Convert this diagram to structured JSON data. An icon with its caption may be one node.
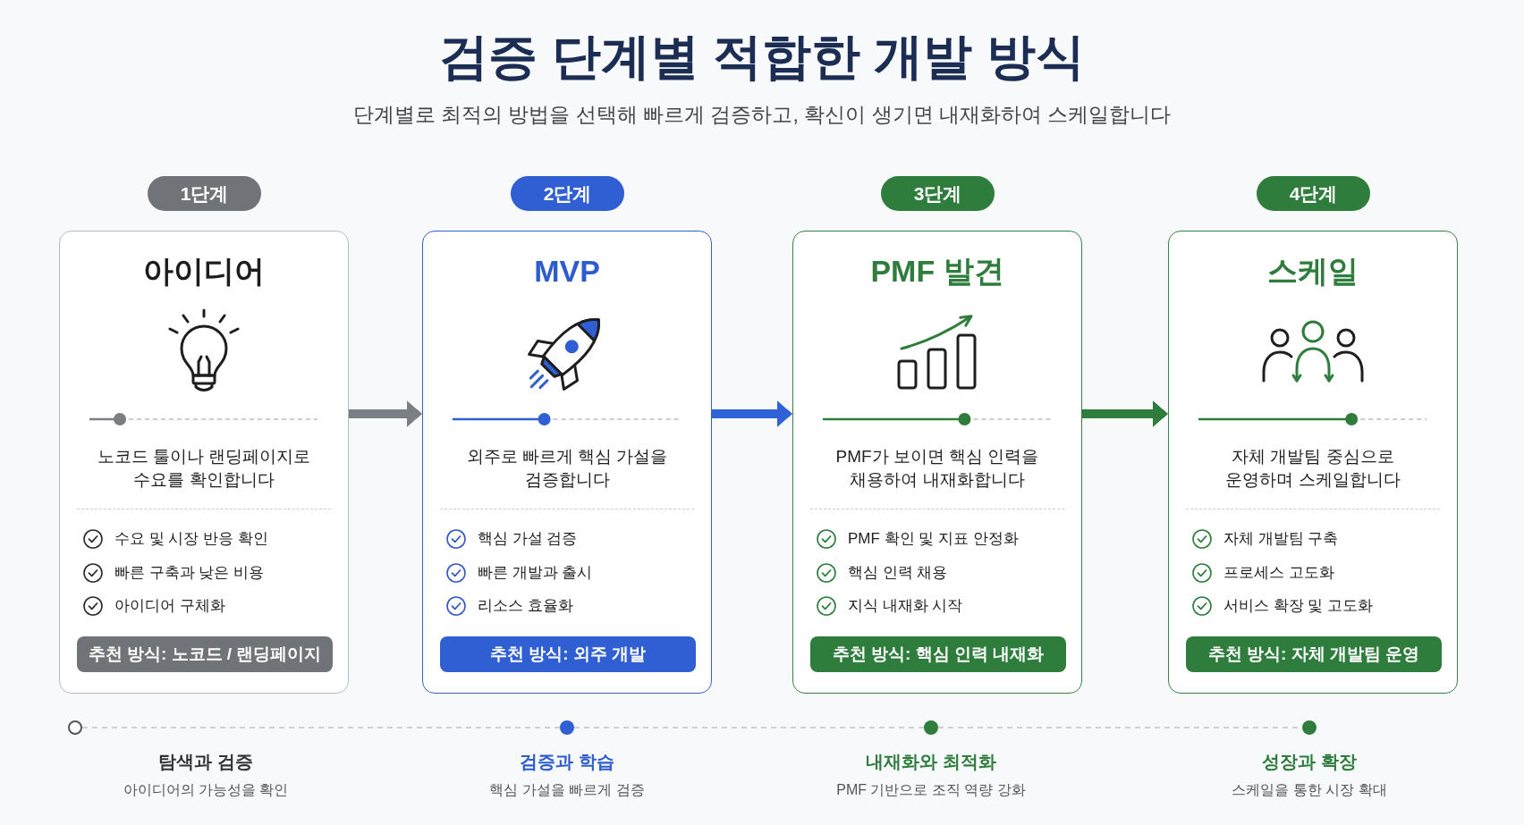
{
  "diagram": {
    "title": "검증 단계별 적합한 개발 방식",
    "nodes": [
      {
        "text": [
          "1단계"
        ]
      },
      {
        "text": [
          "아이디어",
          "노코드 툴이나 랜딩페이지로 수요를 확인합니다",
          "수요 및 시장 반응 확인",
          "빠른 구축과 낮은 비용",
          "아이디어 구체화"
        ]
      },
      {
        "text": [
          "추천 방식: 노코드 / 랜딩페이지"
        ],
        "in": 1
      },
      {
        "text": [
          "2단계"
        ]
      },
      {
        "text": [
          "MVP",
          "외주로 빠르게 핵심 가설을 검증합니다",
          "핵심 가설 검증",
          "빠른 개발과 출시",
          "리소스 효율화"
        ]
      },
      {
        "text": [
          "추천 방식: 외주 개발"
        ],
        "in": 4
      },
      {
        "text": [
          "3단계"
        ]
      },
      {
        "text": [
          "PMF 발견",
          "PMF가 보이면 핵심 인력을 채용하여 내재화합니다",
          "PMF 확인 및 지표 안정화",
          "핵심 인력 채용",
          "지식 내재화 시작"
        ]
      },
      {
        "text": [
          "추천 방식: 핵심 인력 내재화"
        ],
        "in": 7
      },
      {
        "text": [
          "4단계"
        ]
      },
      {
        "text": [
          "스케일",
          "자체 개발팀 중심으로 운영하며 스케일합니다",
          "자체 개발팀 구축",
          "프로세스 고도화",
          "서비스 확장 및 고도화"
        ]
      },
      {
        "text": [
          "추천 방식: 자체 개발팀 운영"
        ],
        "in": 10
      },
      {
        "text": [],
        "shape": "circle",
        "beside": [
          "탐색과 검증",
          "아이디어의 가능성을 확인"
        ]
      },
      {
        "text": [],
        "shape": "circle",
        "beside": [
          "검증과 학습",
          "핵심 가설을 빠르게 검증"
        ]
      },
      {
        "text": [],
        "shape": "circle",
        "beside": [
          "내재화와 최적화",
          "PMF 기반으로 조직 역량 강화"
        ]
      },
      {
        "text": [],
        "shape": "circle",
        "beside": [
          "성장과 확장",
          "스케일을 통한 시장 확대"
        ]
      }
    ],
    "edges": [
      {
        "from": 1,
        "to": 4,
        "arrow": "to",
        "style": "thick",
        "color": "#7b7e83"
      },
      {
        "from": 4,
        "to": 7,
        "arrow": "to",
        "style": "thick",
        "color": "#2f62d6"
      },
      {
        "from": 7,
        "to": 10,
        "arrow": "to",
        "style": "thick",
        "color": "#2e7d3c"
      },
      {
        "from": 12,
        "to": 13,
        "arrow": "none",
        "style": "dashed"
      },
      {
        "from": 13,
        "to": 14,
        "arrow": "none",
        "style": "dashed"
      },
      {
        "from": 14,
        "to": 15,
        "arrow": "none",
        "style": "dashed"
      }
    ],
    "labels": [
      "단계별로 최적의 방법을 선택해 빠르게 검증하고, 확신이 생기면 내재화하여 스케일합니다"
    ]
  }
}
